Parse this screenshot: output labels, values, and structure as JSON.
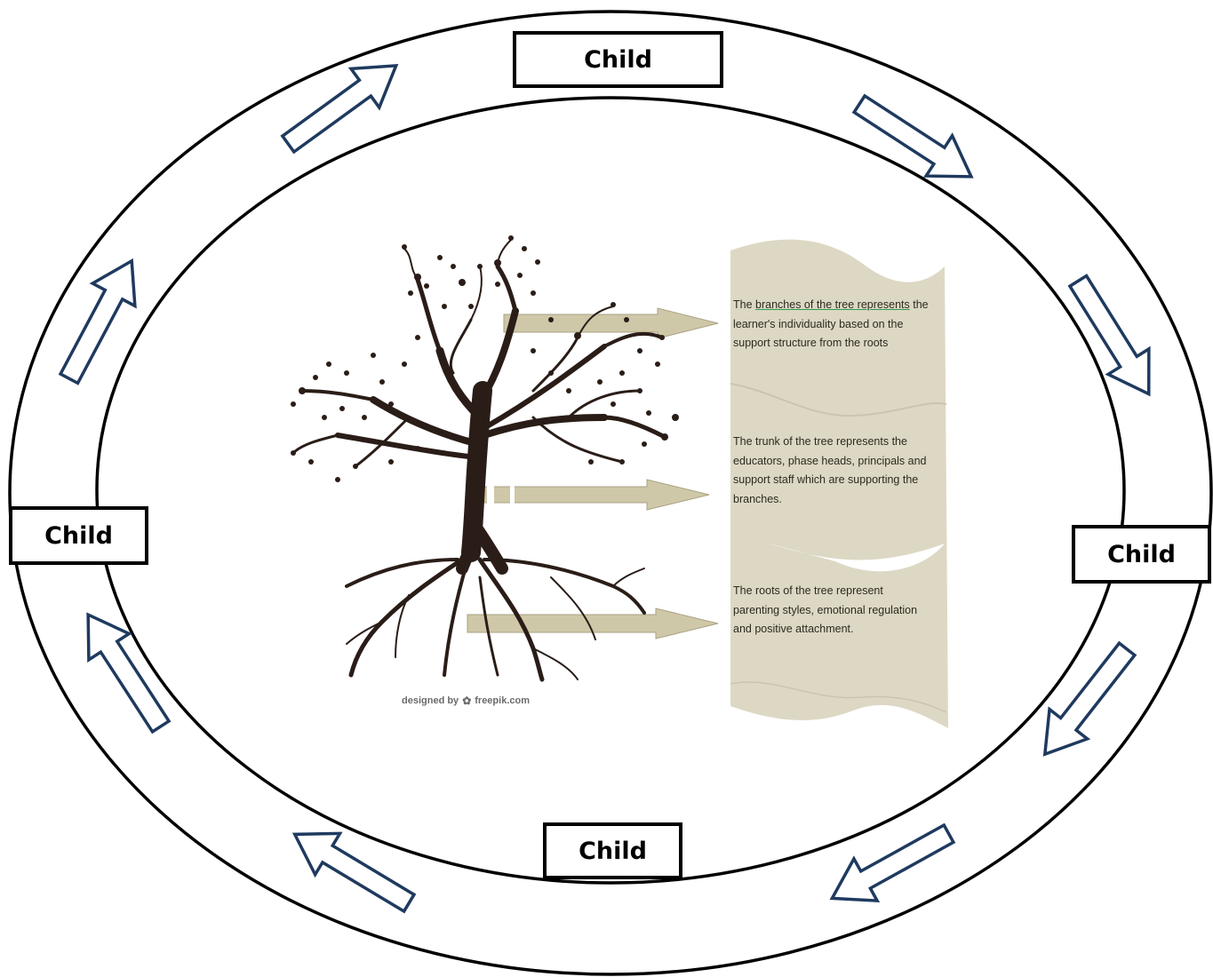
{
  "diagram": {
    "child_labels": {
      "top": "Child",
      "left": "Child",
      "right": "Child",
      "bottom": "Child"
    },
    "panels": {
      "branches": {
        "underlined": "branches of the tree represents",
        "prefix": "The",
        "suffix": "the learner's individuality based on the support structure from the roots"
      },
      "trunk": "The trunk of the tree represents the educators, phase heads, principals and support staff which are supporting the branches.",
      "roots": "The roots of the tree represent parenting styles, emotional regulation and positive attachment."
    },
    "credit": {
      "text": "designed by",
      "logo_icon": "freepik-logo-icon",
      "brand": "freepik.com"
    },
    "colors": {
      "ring_stroke": "#000000",
      "arrow_stroke": "#1f3a5f",
      "panel_fill": "#ddd8c4",
      "tree_fill": "#2a1d17",
      "pointer_fill": "#cfc8a8"
    }
  }
}
